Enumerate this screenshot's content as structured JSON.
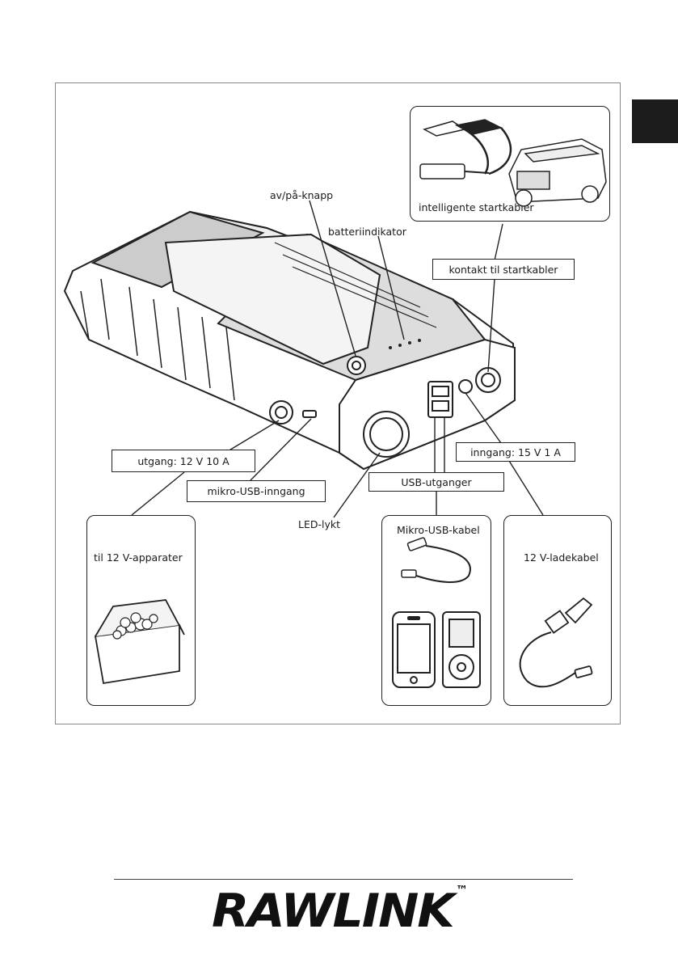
{
  "labels": {
    "power_button": "av/på-knapp",
    "battery_indicator": "batteriindikator",
    "jumper_connector": "kontakt til startkabler",
    "output_12v": "utgang: 12 V 10 A",
    "micro_usb_input": "mikro-USB-inngang",
    "input_15v": "inngang: 15 V 1 A",
    "usb_outputs": "USB-utganger",
    "led_light": "LED-lykt"
  },
  "panels": {
    "jumper_cables": "intelligente startkabler",
    "appliances_12v": "til 12 V-apparater",
    "micro_usb_cable": "Mikro-USB-kabel",
    "charger_cable_12v": "12 V-ladekabel"
  },
  "footer": {
    "brand": "RAWLINK",
    "trademark": "™"
  },
  "colors": {
    "outline": "#222222",
    "tab": "#1c1c1c"
  }
}
